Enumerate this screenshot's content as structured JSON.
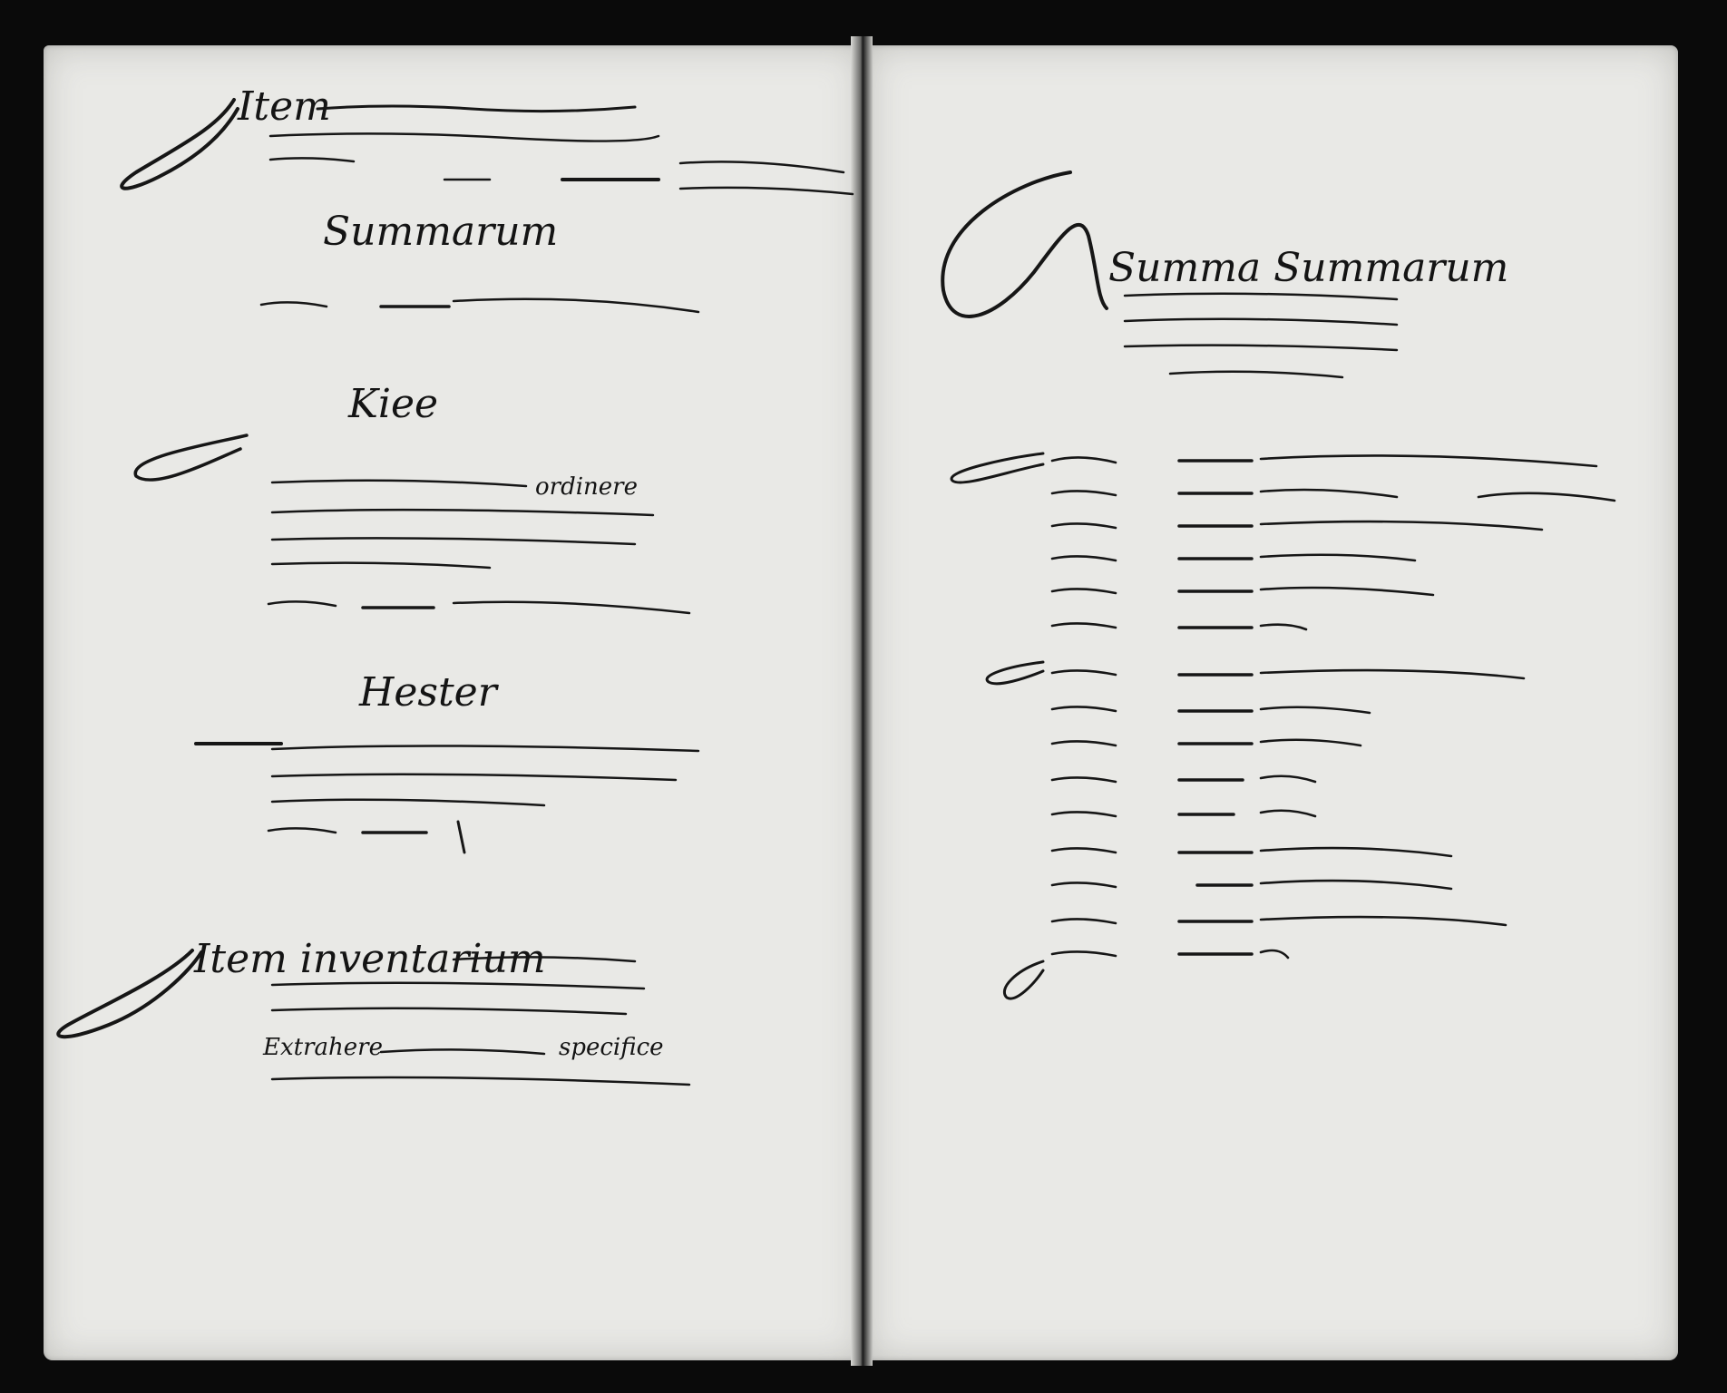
{
  "left_page": {
    "item_heading": "Item",
    "section_summa": "Summarum",
    "section_kiee": "Kiee",
    "line_ordinere": "ordinere",
    "section_hester": "Hester",
    "item_inventarium": "Item inventarium",
    "line_extrahere": "Extrahere",
    "line_specifice": "specifice"
  },
  "right_page": {
    "title": "Summa Summarum"
  }
}
